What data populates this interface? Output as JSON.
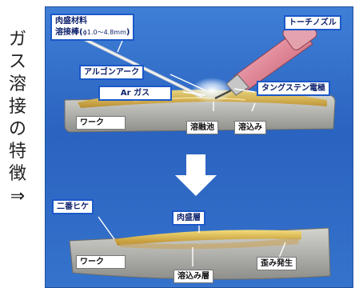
{
  "side_title": [
    "ガ",
    "ス",
    "溶",
    "接",
    "の",
    "特",
    "徴",
    "⇒"
  ],
  "labels": {
    "filler_line1": "肉盛材料",
    "filler_line2_a": "溶接棒(",
    "filler_line2_b": "ϕ1.0〜4.8mm",
    "filler_line2_c": ")",
    "torch_nozzle": "トーチノズル",
    "argon_arc": "アルゴンアーク",
    "ar_gas": "Ar ガス",
    "tungsten": "タングステン電極",
    "work_top": "ワーク",
    "weld_pool": "溶融池",
    "penetration": "溶込み",
    "second_crack": "二番ヒケ",
    "buildup_layer": "肉盛層",
    "work_bottom": "ワーク",
    "penetration_layer": "溶込み層",
    "distortion": "歪み発生"
  },
  "colors": {
    "panel": "#2a63c0",
    "label_border": "#1b58c8",
    "metal": "#b9b9b4",
    "weld": "#e1b94a",
    "arrow": "#ffffff"
  }
}
